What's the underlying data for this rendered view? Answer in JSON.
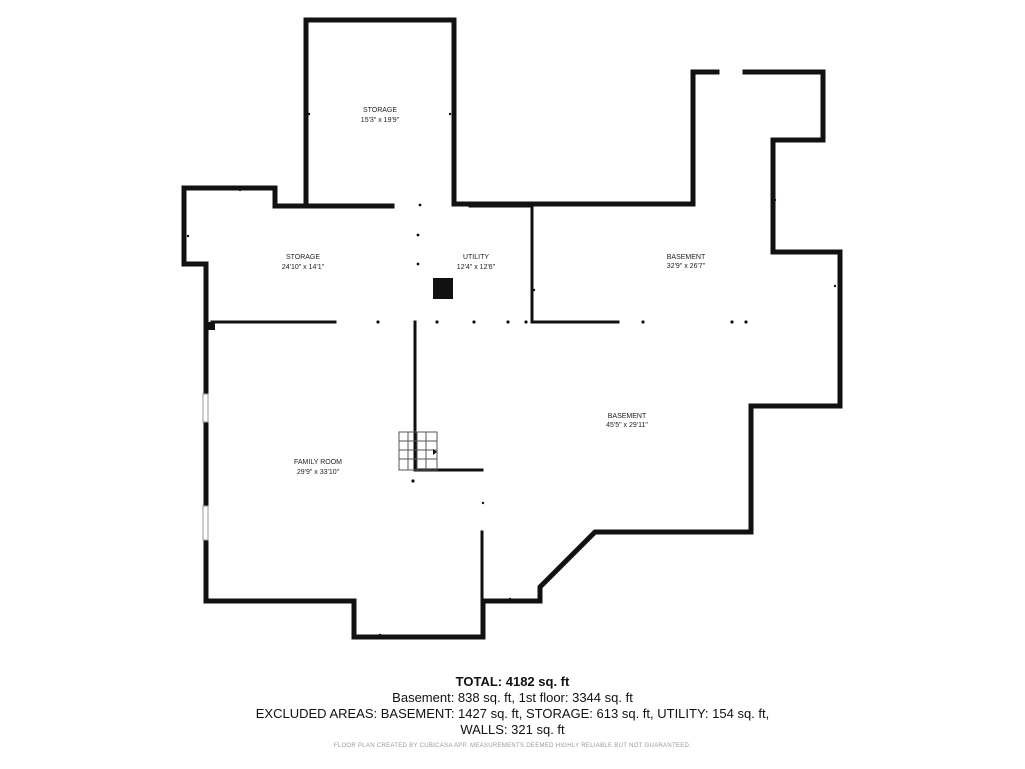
{
  "rooms": [
    {
      "name": "STORAGE",
      "dims": "15'3\" x 19'9\""
    },
    {
      "name": "STORAGE",
      "dims": "24'10\" x 14'1\""
    },
    {
      "name": "UTILITY",
      "dims": "12'4\" x 12'6\""
    },
    {
      "name": "BASEMENT",
      "dims": "32'9\" x 26'7\""
    },
    {
      "name": "BASEMENT",
      "dims": "45'5\" x 29'11\""
    },
    {
      "name": "FAMILY ROOM",
      "dims": "29'9\" x 33'10\""
    }
  ],
  "summary": {
    "total": "TOTAL: 4182 sq. ft",
    "line1": "Basement: 838 sq. ft, 1st floor: 3344 sq. ft",
    "line2": "EXCLUDED AREAS: BASEMENT: 1427 sq. ft, STORAGE: 613 sq. ft, UTILITY: 154 sq. ft,",
    "line3": "WALLS: 321 sq. ft"
  },
  "footer_note": "FLOOR PLAN CREATED BY CUBICASA APP. MEASUREMENTS DEEMED HIGHLY RELIABLE BUT NOT GUARANTEED."
}
